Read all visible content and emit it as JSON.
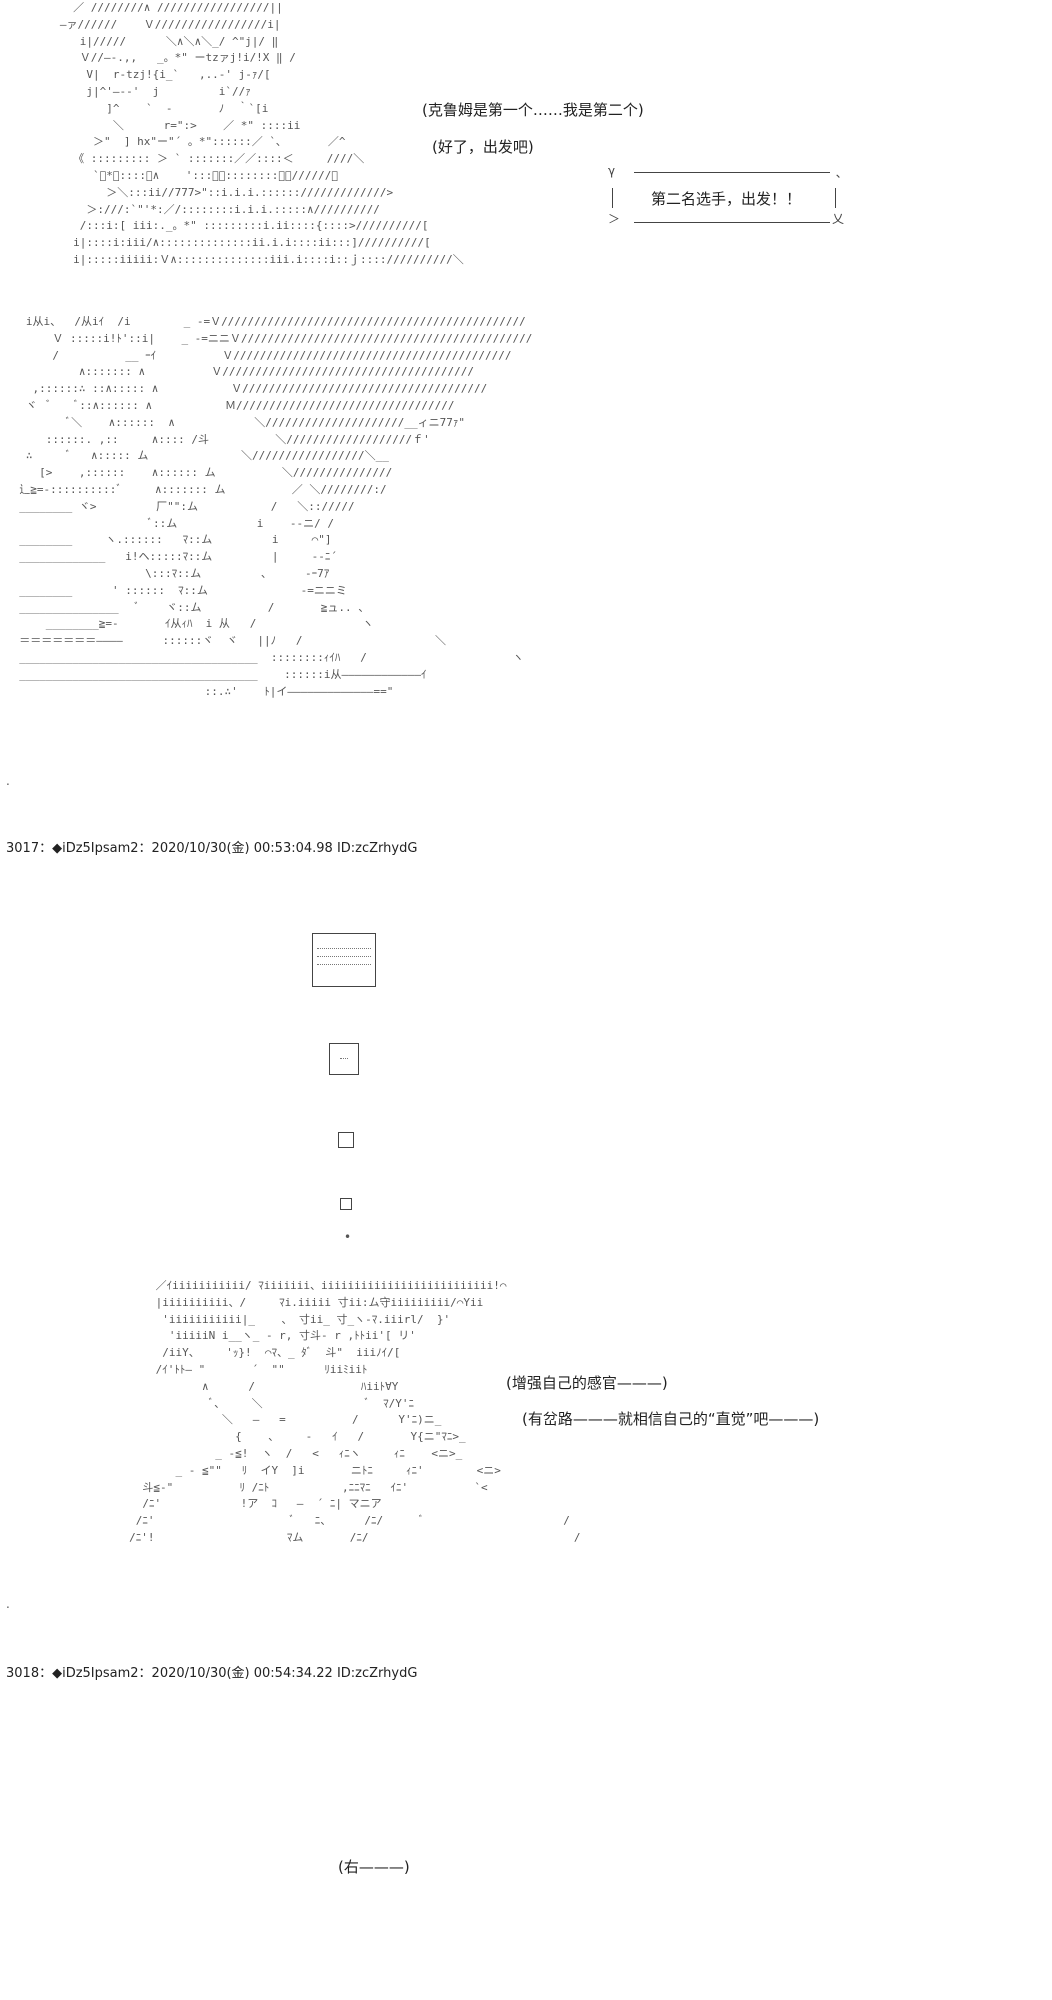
{
  "scene1": {
    "thought_1": "(克鲁姆是第一个……我是第二个)",
    "thought_2": "(好了，出发吧)",
    "speech_box": "第二名选手，出发！！"
  },
  "post_3017": {
    "header": "3017：◆iDz5Ipsam2：2020/10/30(金) 00:53:04.98 ID:zcZrhydG",
    "thought_1": "(增强自己的感官———)",
    "thought_2": "(有岔路———就相信自己的“直觉”吧———)"
  },
  "post_3018": {
    "header": "3018：◆iDz5Ipsam2：2020/10/30(金) 00:54:34.22 ID:zcZrhydG",
    "thought_1": "(右———)"
  }
}
